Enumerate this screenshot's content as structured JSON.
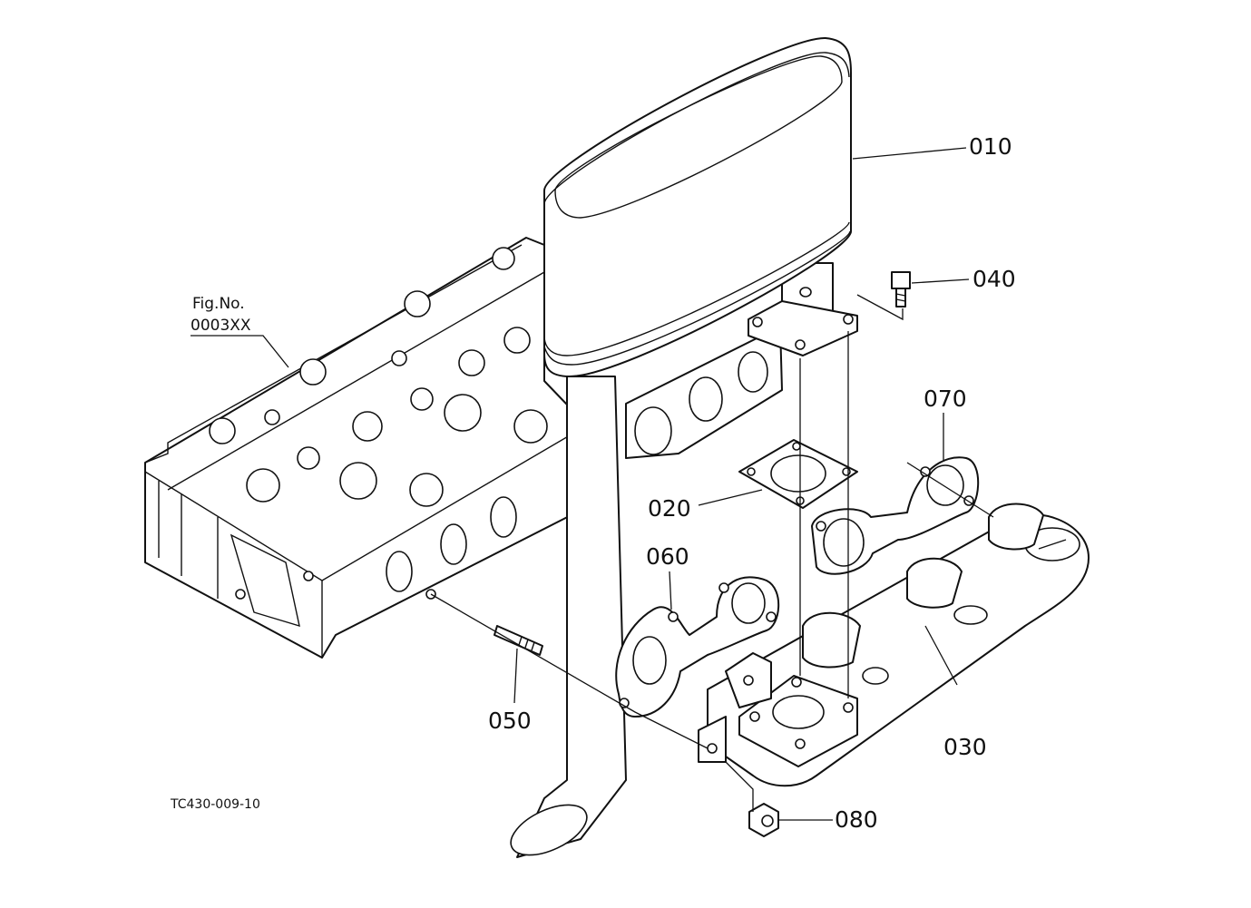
{
  "figure_ref": {
    "line1": "Fig.No.",
    "line2": "0003XX"
  },
  "drawing_code": "TC430-009-10",
  "callouts": {
    "p010": "010",
    "p020": "020",
    "p030": "030",
    "p040": "040",
    "p050": "050",
    "p060": "060",
    "p070": "070",
    "p080": "080"
  }
}
